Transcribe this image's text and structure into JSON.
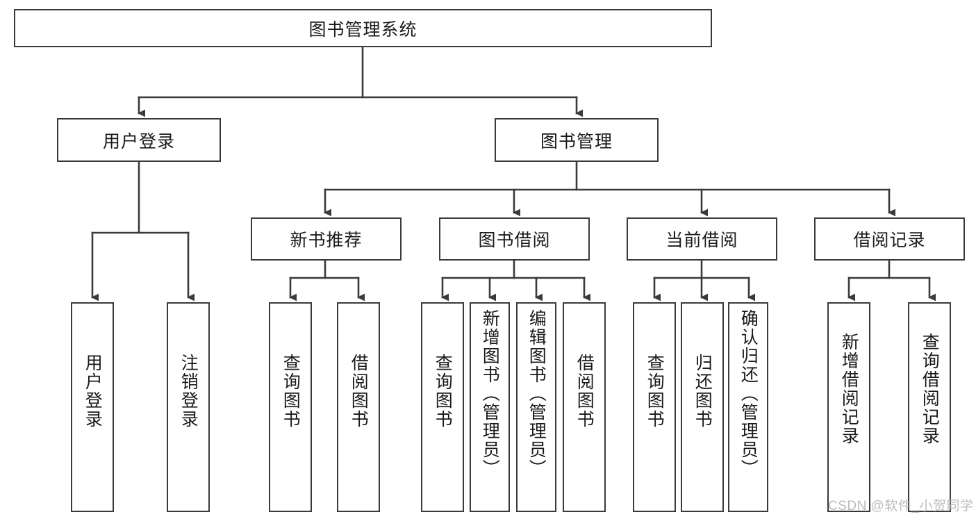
{
  "diagram": {
    "title": "图书管理系统",
    "type": "hierarchy-tree",
    "root": {
      "label": "图书管理系统"
    },
    "level2": [
      {
        "label": "用户登录"
      },
      {
        "label": "图书管理"
      }
    ],
    "level3": [
      {
        "label": "新书推荐"
      },
      {
        "label": "图书借阅"
      },
      {
        "label": "当前借阅"
      },
      {
        "label": "借阅记录"
      }
    ],
    "leaves": [
      {
        "label": "用户登录"
      },
      {
        "label": "注销登录"
      },
      {
        "label": "查询图书"
      },
      {
        "label": "借阅图书"
      },
      {
        "label": "查询图书"
      },
      {
        "label": "新增图书（管理员）"
      },
      {
        "label": "编辑图书（管理员）"
      },
      {
        "label": "借阅图书"
      },
      {
        "label": "查询图书"
      },
      {
        "label": "归还图书"
      },
      {
        "label": "确认归还（管理员）"
      },
      {
        "label": "新增借阅记录"
      },
      {
        "label": "查询借阅记录"
      }
    ]
  },
  "watermark": {
    "text": "CSDN @软件_小贺同学"
  },
  "colors": {
    "stroke": "#3a3a3a",
    "fill": "#ffffff",
    "text": "#1a1a1a",
    "watermark": "#b9bcc0"
  }
}
